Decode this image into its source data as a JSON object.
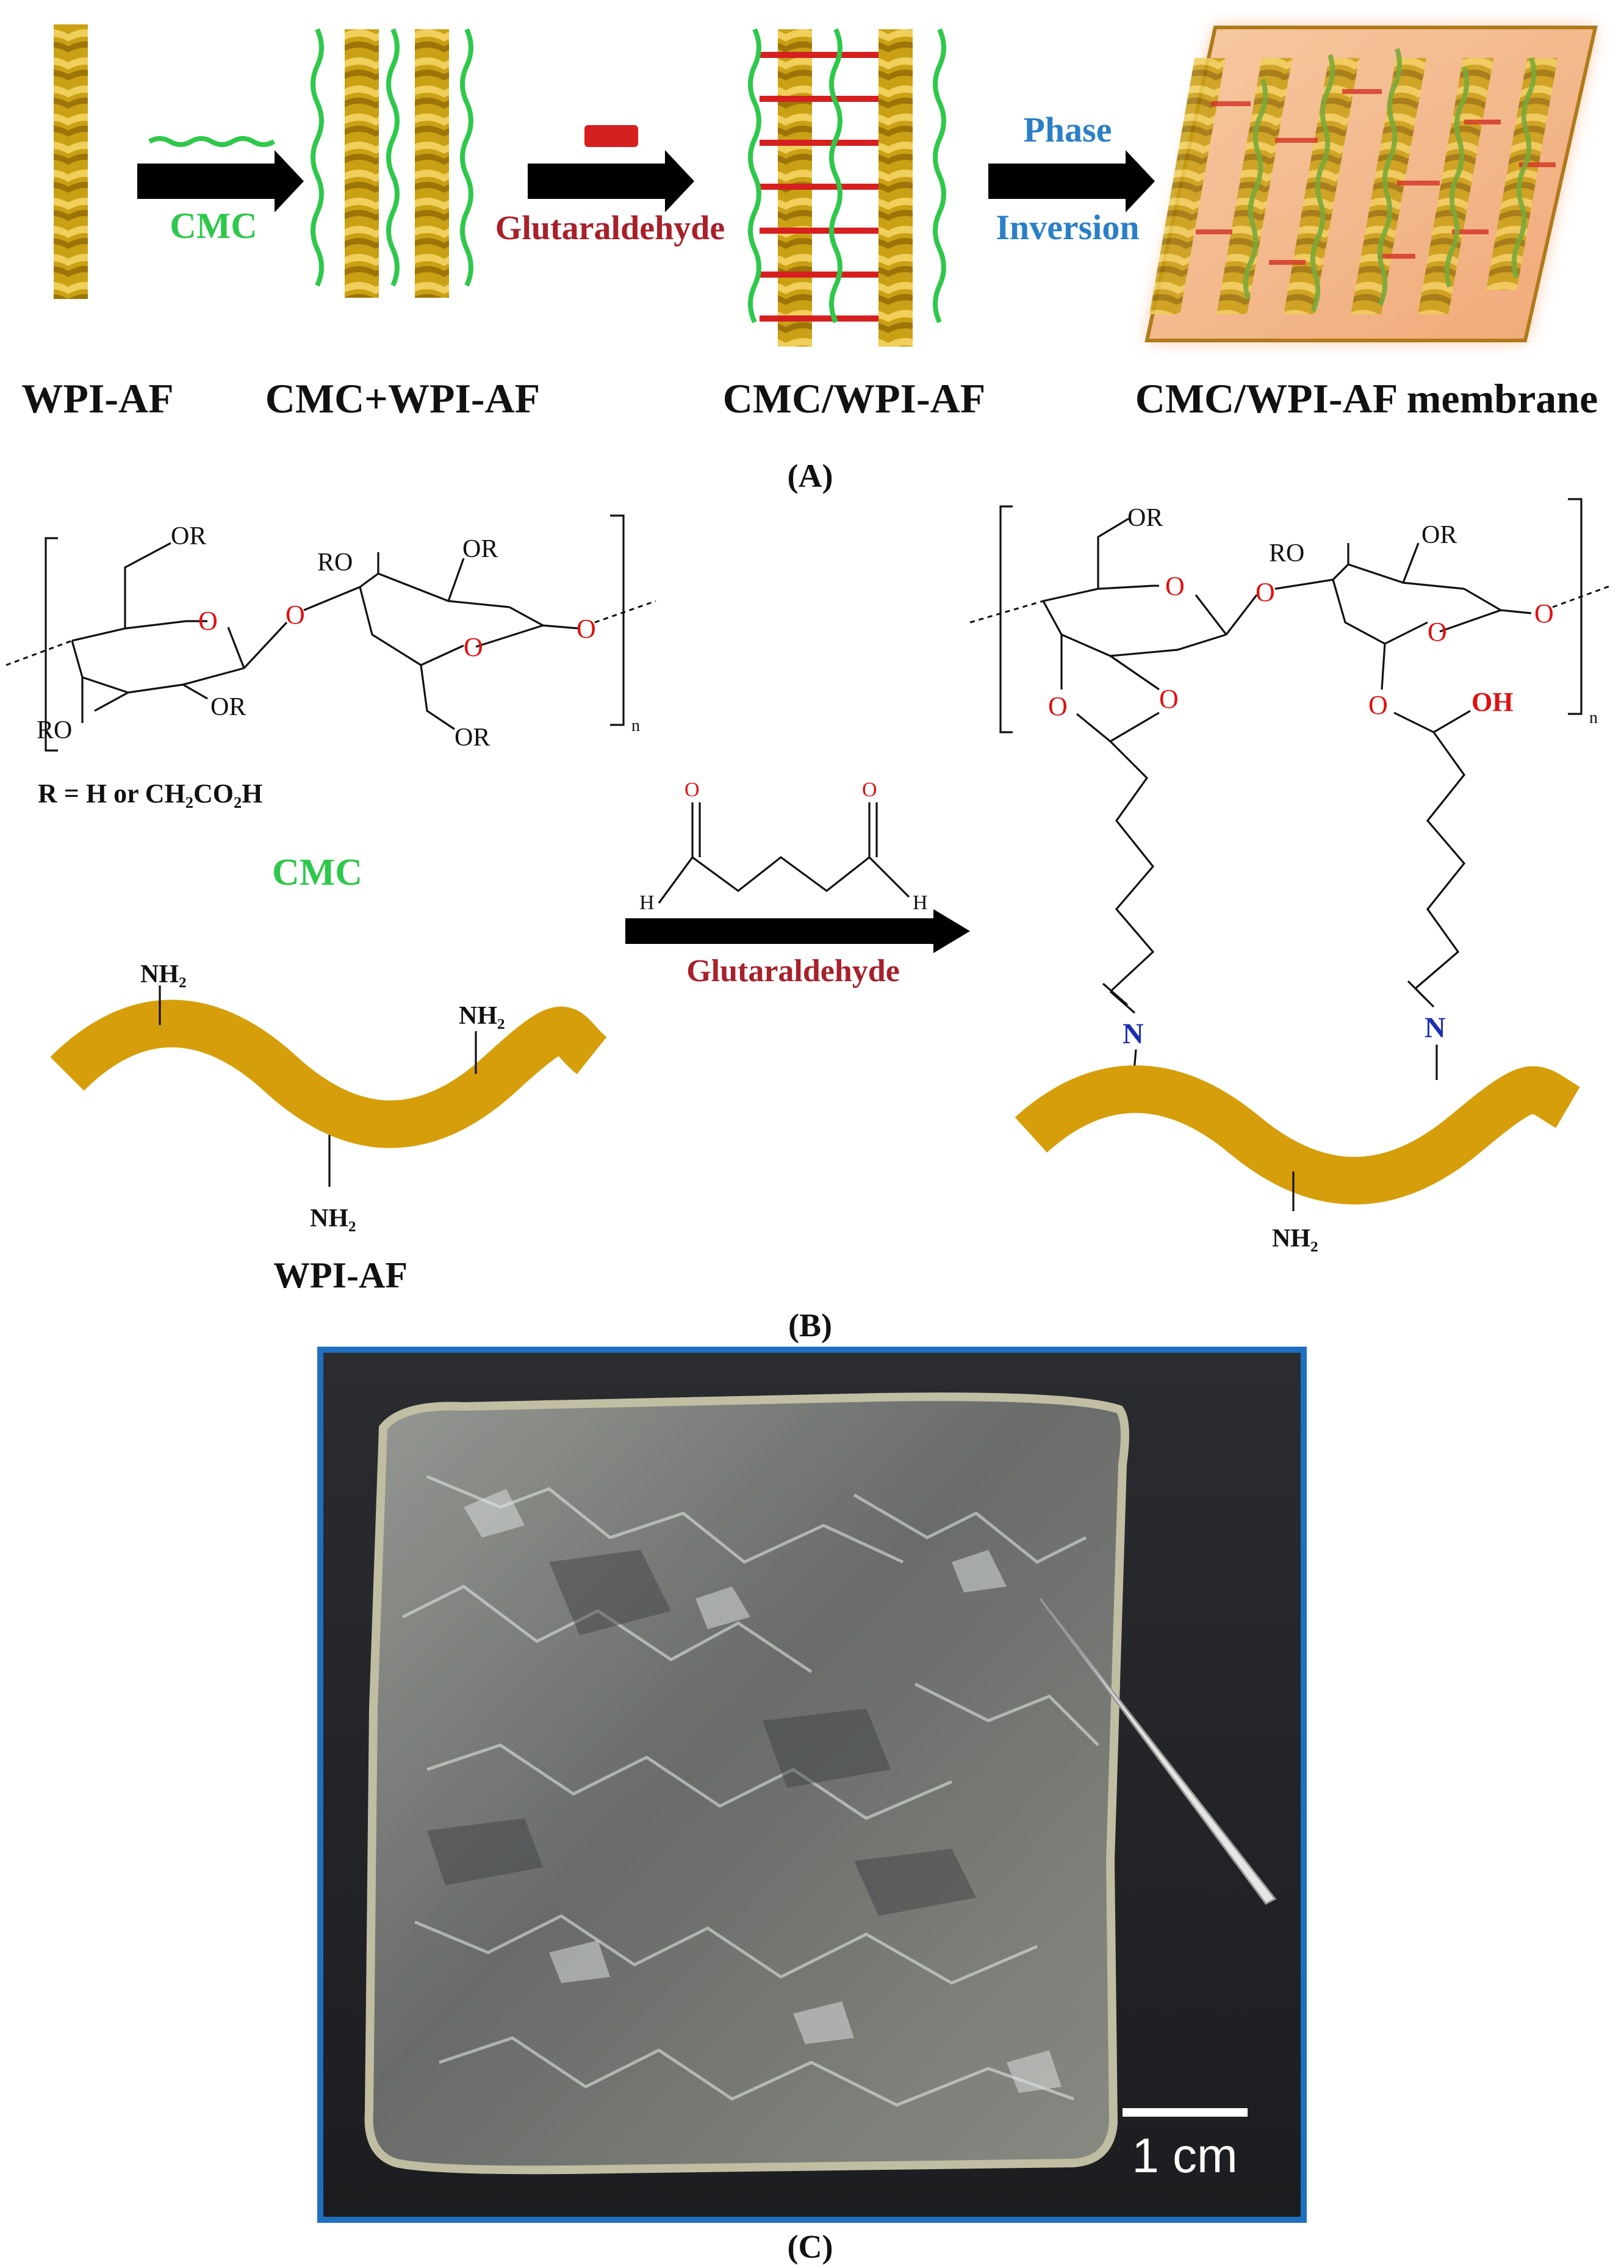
{
  "panel_a": {
    "caption": "(A)",
    "stage_labels": [
      "WPI-AF",
      "CMC+WPI-AF",
      "CMC/WPI-AF",
      "CMC/WPI-AF membrane"
    ],
    "arrow_labels": {
      "cmc": "CMC",
      "glutaraldehyde": "Glutaraldehyde",
      "phase_line1": "Phase",
      "phase_line2": "Inversion"
    }
  },
  "panel_b": {
    "caption": "(B)",
    "r_definition": "R = H or CH₂CO₂H",
    "cmc_label": "CMC",
    "wpi_label": "WPI-AF",
    "reagent_label": "Glutaraldehyde",
    "repeat_index": "n",
    "atoms": {
      "O": "O",
      "OR": "OR",
      "RO": "RO",
      "H": "H",
      "OH": "OH",
      "NH2": "NH₂",
      "N": "N"
    }
  },
  "panel_c": {
    "caption": "(C)",
    "scale_bar_label": "1 cm"
  },
  "colors": {
    "cmc_green": "#2ec84a",
    "glutaraldehyde_red": "#a8202a",
    "phase_blue": "#2a7fc8",
    "wpi_gold": "#d4a00a",
    "photo_frame": "#1f6fc0",
    "oxygen_red": "#e01010",
    "nitrogen_blue": "#1a2fb0"
  }
}
